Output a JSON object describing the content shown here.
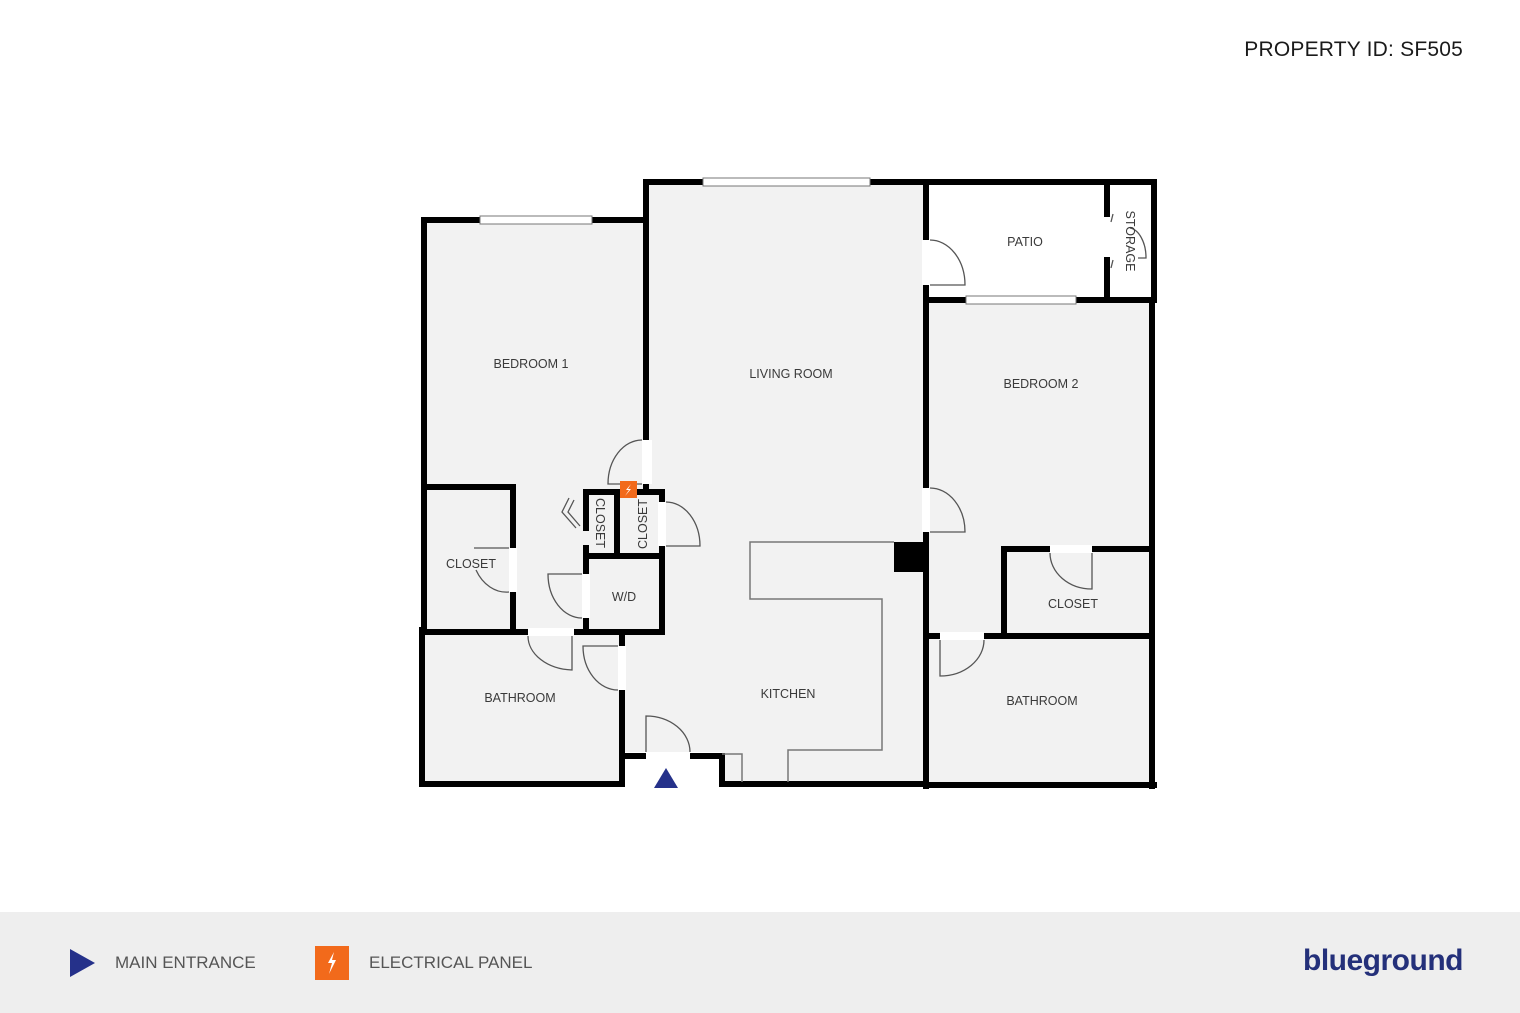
{
  "header": {
    "property_id": "PROPERTY ID: SF505"
  },
  "rooms": {
    "bedroom1": "BEDROOM 1",
    "living_room": "LIVING ROOM",
    "patio": "PATIO",
    "storage": "STORAGE",
    "bedroom2": "BEDROOM 2",
    "closet_left": "CLOSET",
    "closet_mid1": "CLOSET",
    "closet_mid2": "CLOSET",
    "wd": "W/D",
    "closet_right": "CLOSET",
    "bathroom_left": "BATHROOM",
    "kitchen": "KITCHEN",
    "bathroom_right": "BATHROOM"
  },
  "legend": {
    "main_entrance": {
      "label": "MAIN ENTRANCE",
      "icon": "triangle-right-icon",
      "color": "#25318a"
    },
    "electrical_panel": {
      "label": "ELECTRICAL PANEL",
      "icon": "lightning-bolt-icon",
      "color": "#f26a1b"
    }
  },
  "brand": {
    "logo_text": "blueground",
    "color": "#24307a"
  },
  "colors": {
    "wall": "#000000",
    "floor": "#f2f2f2",
    "background": "#ffffff",
    "footer": "#eeeeee"
  }
}
